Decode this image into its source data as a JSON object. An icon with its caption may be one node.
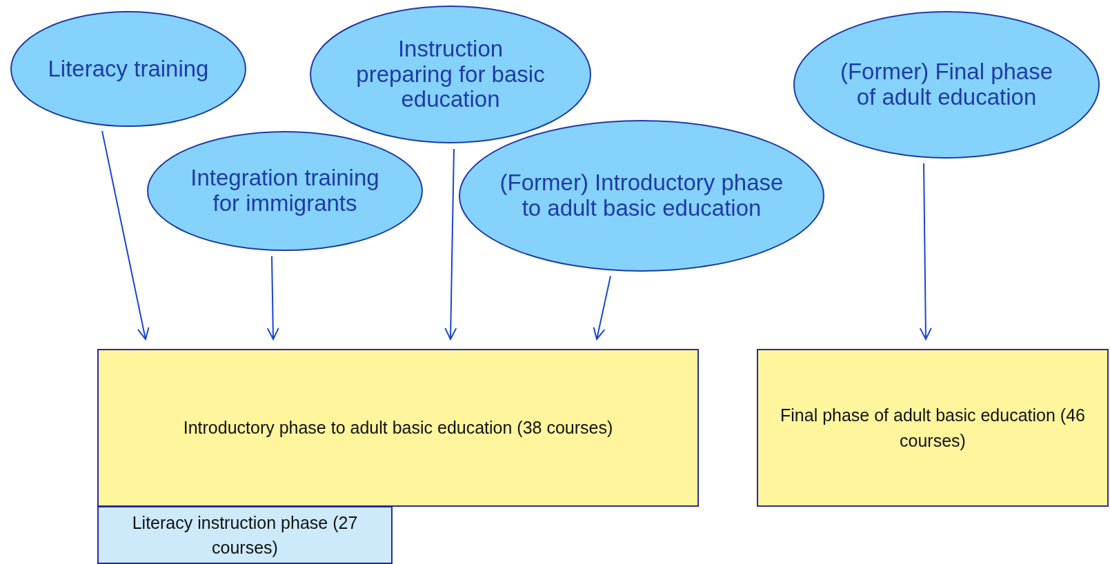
{
  "diagram": {
    "nodes": [
      {
        "text": [
          "Literacy training"
        ]
      },
      {
        "text": [
          "Integration training for immigrants"
        ]
      },
      {
        "text": [
          "Instruction preparing for basic education"
        ]
      },
      {
        "text": [
          "(Former) Introductory phase to adult basic education"
        ]
      },
      {
        "text": [
          "(Former) Final phase of adult education"
        ]
      },
      {
        "text": [
          "Introductory phase to adult basic education (38 courses)"
        ]
      },
      {
        "text": [
          "Final phase of adult basic education (46 courses)"
        ]
      },
      {
        "text": [
          "Literacy instruction phase (27 courses)"
        ]
      }
    ],
    "edges": [
      {
        "from": 0,
        "to": 5,
        "arrow": "to"
      },
      {
        "from": 1,
        "to": 5,
        "arrow": "to"
      },
      {
        "from": 2,
        "to": 5,
        "arrow": "to"
      },
      {
        "from": 3,
        "to": 5,
        "arrow": "to"
      },
      {
        "from": 4,
        "to": 6,
        "arrow": "to"
      }
    ]
  }
}
